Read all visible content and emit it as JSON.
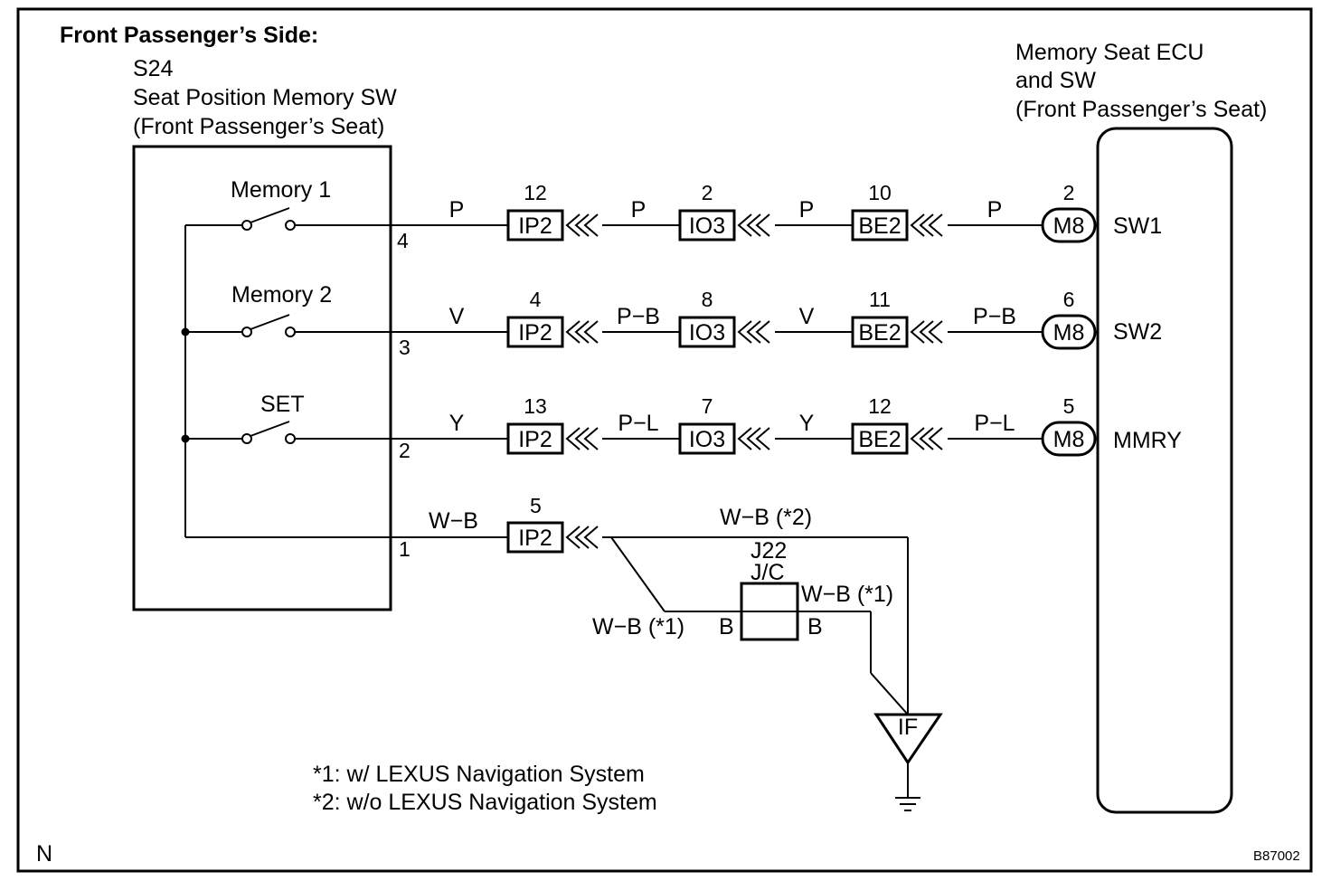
{
  "header": {
    "title": "Front Passenger’s Side:"
  },
  "switch_unit": {
    "code": "S24",
    "name": "Seat Position Memory SW",
    "subname": "(Front Passenger’s Seat)",
    "switches": [
      {
        "label": "Memory 1",
        "pin": "4"
      },
      {
        "label": "Memory 2",
        "pin": "3"
      },
      {
        "label": "SET",
        "pin": "2"
      }
    ],
    "ground_pin": "1"
  },
  "ecu": {
    "line1": "Memory Seat ECU",
    "line2": "and SW",
    "line3": "(Front Passenger’s Seat)",
    "terminals": [
      "SW1",
      "SW2",
      "MMRY"
    ]
  },
  "circuits": [
    {
      "wire_a": "P",
      "ip2": "IP2",
      "ip2_pin": "12",
      "wire_b": "P",
      "io3": "IO3",
      "io3_pin": "2",
      "wire_c": "P",
      "be2": "BE2",
      "be2_pin": "10",
      "wire_d": "P",
      "m8": "M8",
      "m8_pin": "2"
    },
    {
      "wire_a": "V",
      "ip2": "IP2",
      "ip2_pin": "4",
      "wire_b": "P−B",
      "io3": "IO3",
      "io3_pin": "8",
      "wire_c": "V",
      "be2": "BE2",
      "be2_pin": "11",
      "wire_d": "P−B",
      "m8": "M8",
      "m8_pin": "6"
    },
    {
      "wire_a": "Y",
      "ip2": "IP2",
      "ip2_pin": "13",
      "wire_b": "P−L",
      "io3": "IO3",
      "io3_pin": "7",
      "wire_c": "Y",
      "be2": "BE2",
      "be2_pin": "12",
      "wire_d": "P−L",
      "m8": "M8",
      "m8_pin": "5"
    }
  ],
  "ground_circuit": {
    "wire": "W−B",
    "ip2": "IP2",
    "ip2_pin": "5",
    "wire_top": "W−B (*2)",
    "junction_code": "J22",
    "junction_name": "J/C",
    "wire_jc_out": "W−B (*1)",
    "wire_jc_in": "W−B (*1)",
    "jc_pin_left": "B",
    "jc_pin_right": "B",
    "ground_point": "IF"
  },
  "notes": [
    "*1: w/ LEXUS Navigation System",
    "*2: w/o  LEXUS Navigation System"
  ],
  "footer": {
    "left": "N",
    "right": "B87002"
  }
}
